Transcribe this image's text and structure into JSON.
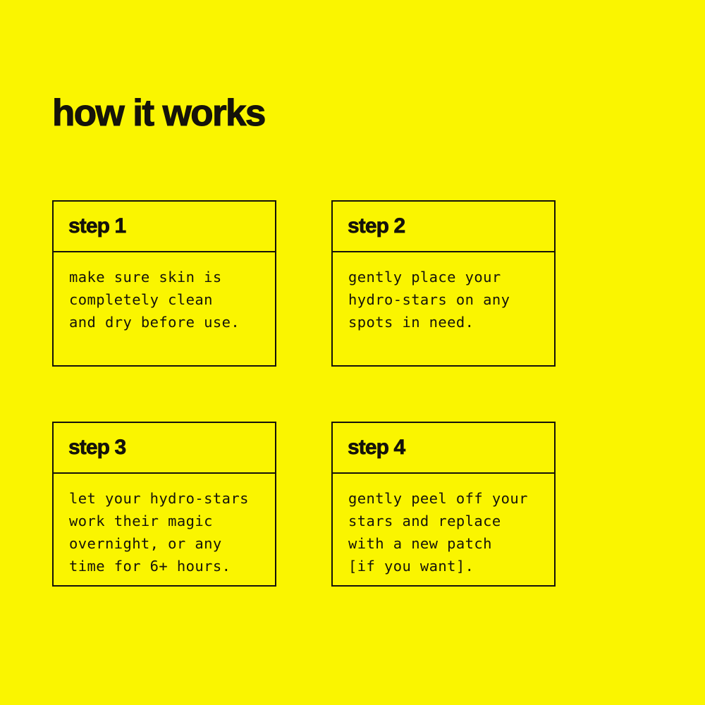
{
  "page": {
    "background_color": "#faf500",
    "ink_color": "#15130a",
    "title": "how it works"
  },
  "steps": [
    {
      "title": "step 1",
      "text": "make sure skin is\ncompletely clean\nand dry before use."
    },
    {
      "title": "step 2",
      "text": "gently place your\nhydro-stars on any\nspots in need."
    },
    {
      "title": "step 3",
      "text": "let your hydro-stars\nwork their magic\novernight, or any\ntime for 6+ hours."
    },
    {
      "title": "step 4",
      "text": "gently peel off your\nstars and replace\nwith a new patch\n[if you want]."
    }
  ]
}
